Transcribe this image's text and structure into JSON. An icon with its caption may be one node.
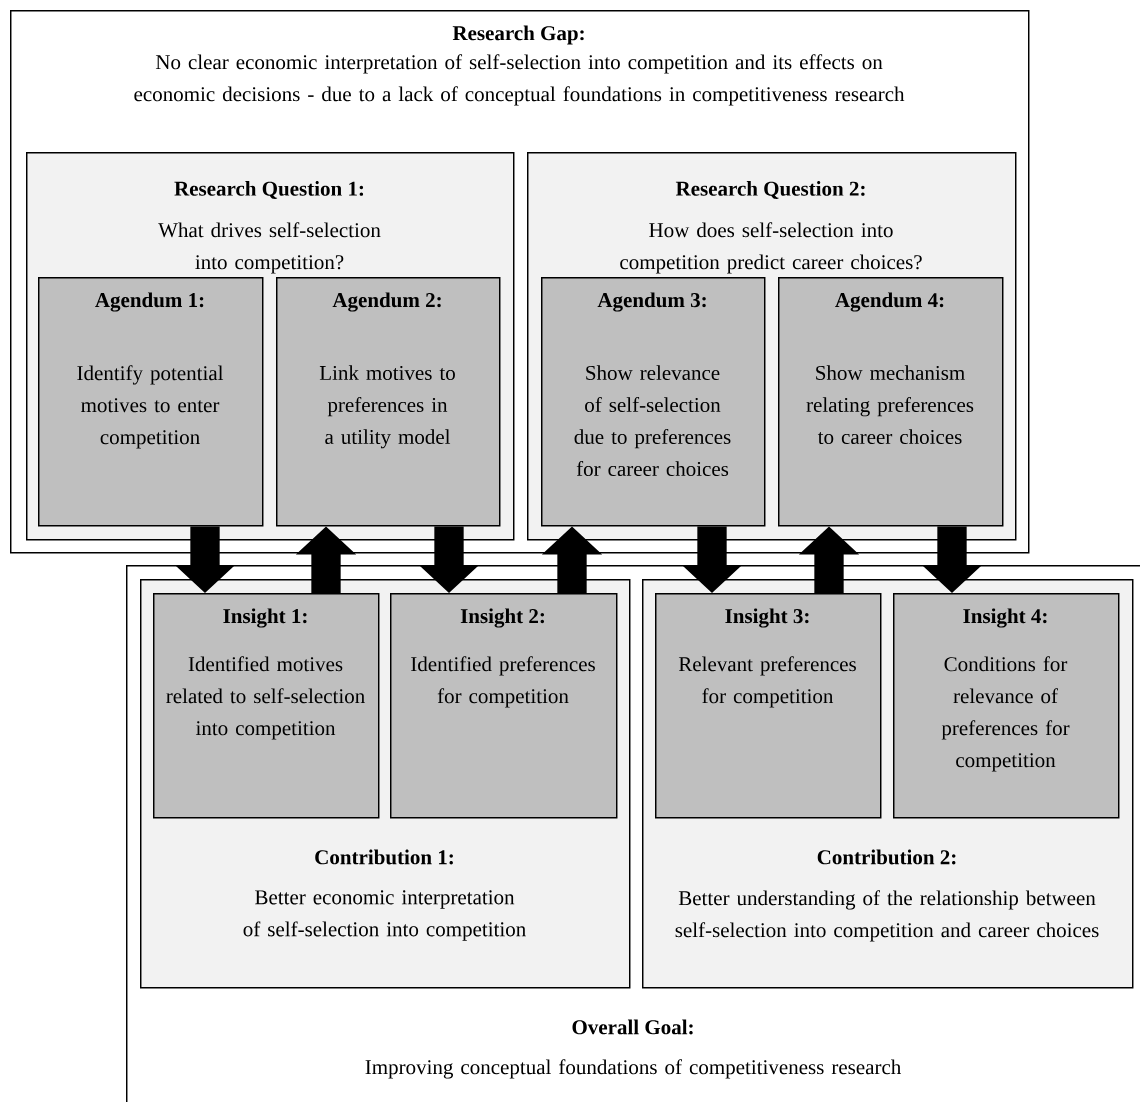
{
  "diagram": {
    "nodes": [
      {
        "text": [
          "Research Gap:",
          "No clear economic interpretation of self-selection into competition and its effects on economic decisions - due to a lack of conceptual foundations in competitiveness research"
        ]
      },
      {
        "text": [
          "Research Question 1:",
          "What drives self-selection into competition?"
        ],
        "in": 0
      },
      {
        "text": [
          "Agendum 1:",
          "Identify potential motives to enter competition"
        ],
        "in": 1
      },
      {
        "text": [
          "Agendum 2:",
          "Link motives to preferences in a utility model"
        ],
        "in": 1
      },
      {
        "text": [
          "Research Question 2:",
          "How does self-selection into competition predict career choices?"
        ],
        "in": 0
      },
      {
        "text": [
          "Agendum 3:",
          "Show relevance of self-selection due to preferences for career choices"
        ],
        "in": 4
      },
      {
        "text": [
          "Agendum 4:",
          "Show mechanism relating preferences to career choices"
        ],
        "in": 4
      },
      {
        "text": [
          "Overall Goal:",
          "Improving conceptual foundations of competitiveness research"
        ]
      },
      {
        "text": [
          "Contribution 1:",
          "Better economic interpretation of self-selection into competition"
        ],
        "in": 7
      },
      {
        "text": [
          "Insight 1:",
          "Identified motives related to self-selection into competition"
        ],
        "in": 8
      },
      {
        "text": [
          "Insight 2:",
          "Identified preferences for competition"
        ],
        "in": 8
      },
      {
        "text": [
          "Contribution 2:",
          "Better understanding of the relationship between self-selection into competition and career choices"
        ],
        "in": 7
      },
      {
        "text": [
          "Insight 3:",
          "Relevant preferences for competition"
        ],
        "in": 11
      },
      {
        "text": [
          "Insight 4:",
          "Conditions for relevance of preferences for competition"
        ],
        "in": 11
      }
    ],
    "edges": [
      {
        "from": 2,
        "to": 9,
        "arrow": "to"
      },
      {
        "from": 9,
        "to": 3,
        "arrow": "to"
      },
      {
        "from": 3,
        "to": 10,
        "arrow": "to"
      },
      {
        "from": 10,
        "to": 5,
        "arrow": "to"
      },
      {
        "from": 5,
        "to": 12,
        "arrow": "to"
      },
      {
        "from": 12,
        "to": 6,
        "arrow": "to"
      },
      {
        "from": 6,
        "to": 13,
        "arrow": "to"
      }
    ]
  }
}
